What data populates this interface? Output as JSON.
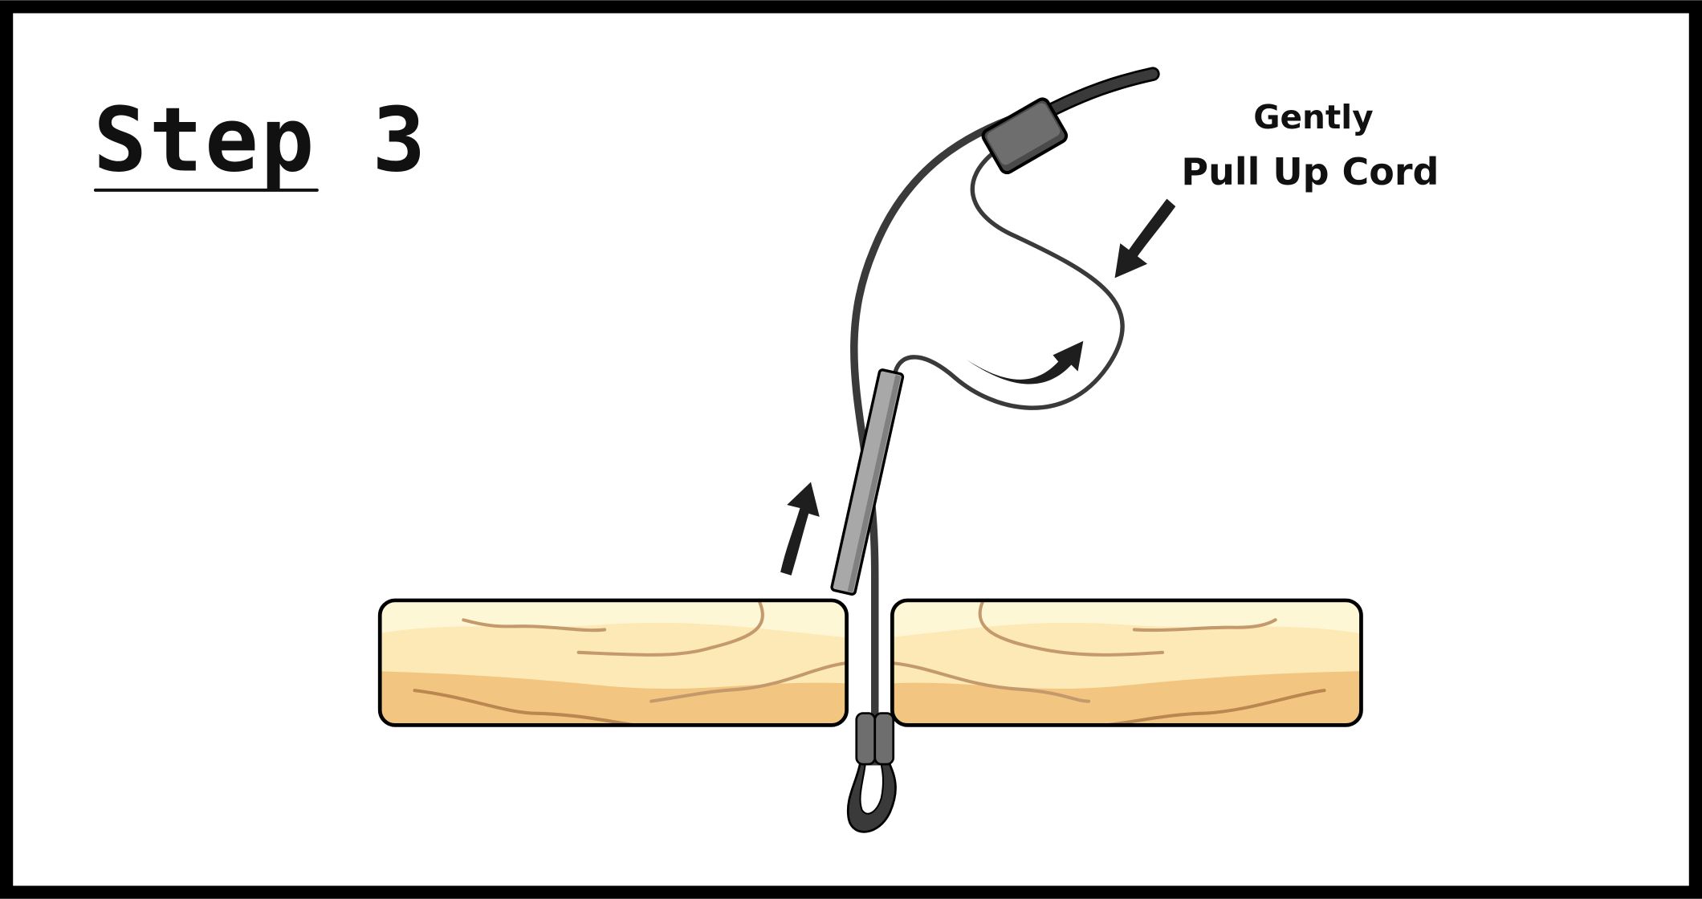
{
  "title": "Step 3",
  "instruction": {
    "line1": "Gently",
    "line2": "Pull Up Cord"
  },
  "colors": {
    "frame": "#000000",
    "cord": "#3a3a3a",
    "clip": "#6e6e6e",
    "aglet": "#a8a8a8",
    "wood_light": "#fef7d5",
    "wood_mid": "#fde9b5",
    "wood_dark": "#f2c681",
    "grain": "#c49a6c",
    "arrow": "#1e1e1e"
  }
}
